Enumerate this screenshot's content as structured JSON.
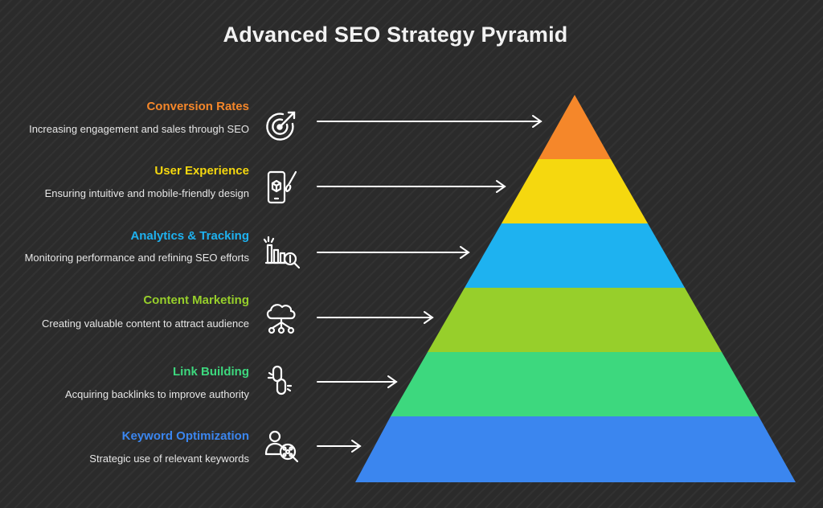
{
  "title": "Advanced SEO Strategy Pyramid",
  "layers": [
    {
      "label": "Conversion Rates",
      "description": "Increasing engagement and sales through SEO",
      "color": "#f5872a",
      "icon": "target-arrow-icon"
    },
    {
      "label": "User Experience",
      "description": "Ensuring intuitive and mobile-friendly design",
      "color": "#f5d80f",
      "icon": "phone-design-icon"
    },
    {
      "label": "Analytics & Tracking",
      "description": "Monitoring performance and refining SEO efforts",
      "color": "#1eb2f0",
      "icon": "analytics-chart-icon"
    },
    {
      "label": "Content Marketing",
      "description": "Creating valuable content to attract audience",
      "color": "#97cf2b",
      "icon": "cloud-network-icon"
    },
    {
      "label": "Link Building",
      "description": "Acquiring backlinks to improve authority",
      "color": "#3dd87e",
      "icon": "chain-link-icon"
    },
    {
      "label": "Keyword Optimization",
      "description": "Strategic use of relevant keywords",
      "color": "#3b86ef",
      "icon": "user-search-icon"
    }
  ]
}
